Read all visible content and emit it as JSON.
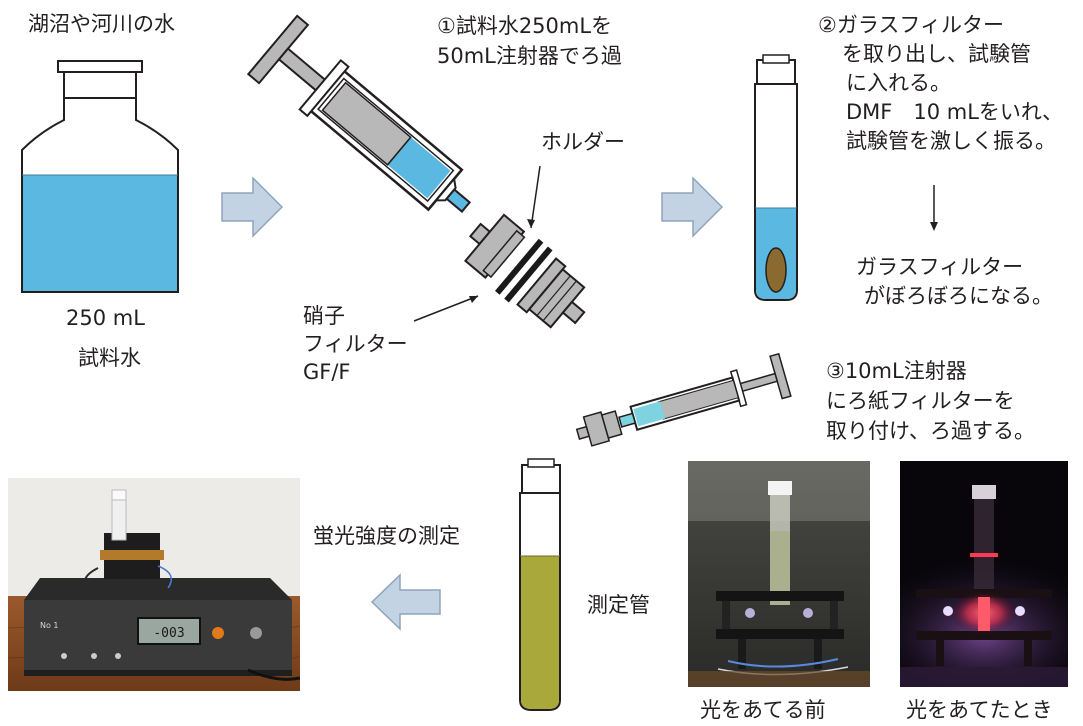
{
  "labels": {
    "source_water": "湖沼や河川の水",
    "volume": "250 mL",
    "sample_water": "試料水",
    "step1": [
      "①試料水250mLを",
      "50mL注射器でろ過"
    ],
    "holder": "ホルダー",
    "glass_filter": [
      "硝子",
      "フィルター",
      "GF/F"
    ],
    "step2": [
      "②ガラスフィルター",
      "を取り出し、試験管",
      "に入れる。",
      "DMF　10 mLをいれ、",
      "試験管を激しく振る。"
    ],
    "crumble": [
      "ガラスフィルター",
      "がぼろぼろになる。"
    ],
    "step3": [
      "③10mL注射器",
      "にろ紙フィルターを",
      "取り付け、ろ過する。"
    ],
    "fluorescence": "蛍光強度の測定",
    "measure_tube": "測定管",
    "before_light": "光をあてる前",
    "during_light": "光をあてたとき"
  },
  "device": {
    "display": "-003",
    "panel_label": "No 1"
  },
  "colors": {
    "water": "#5bb8e0",
    "extract": "#a9a83a",
    "arrow_fill": "#c3d3e3",
    "arrow_stroke": "#8ea5bc",
    "residue": "#8a6a2e",
    "syringe_barrel": "#b8b8b8",
    "syringe_dark": "#3a3a3a",
    "red_glow": "#ff3a55"
  }
}
